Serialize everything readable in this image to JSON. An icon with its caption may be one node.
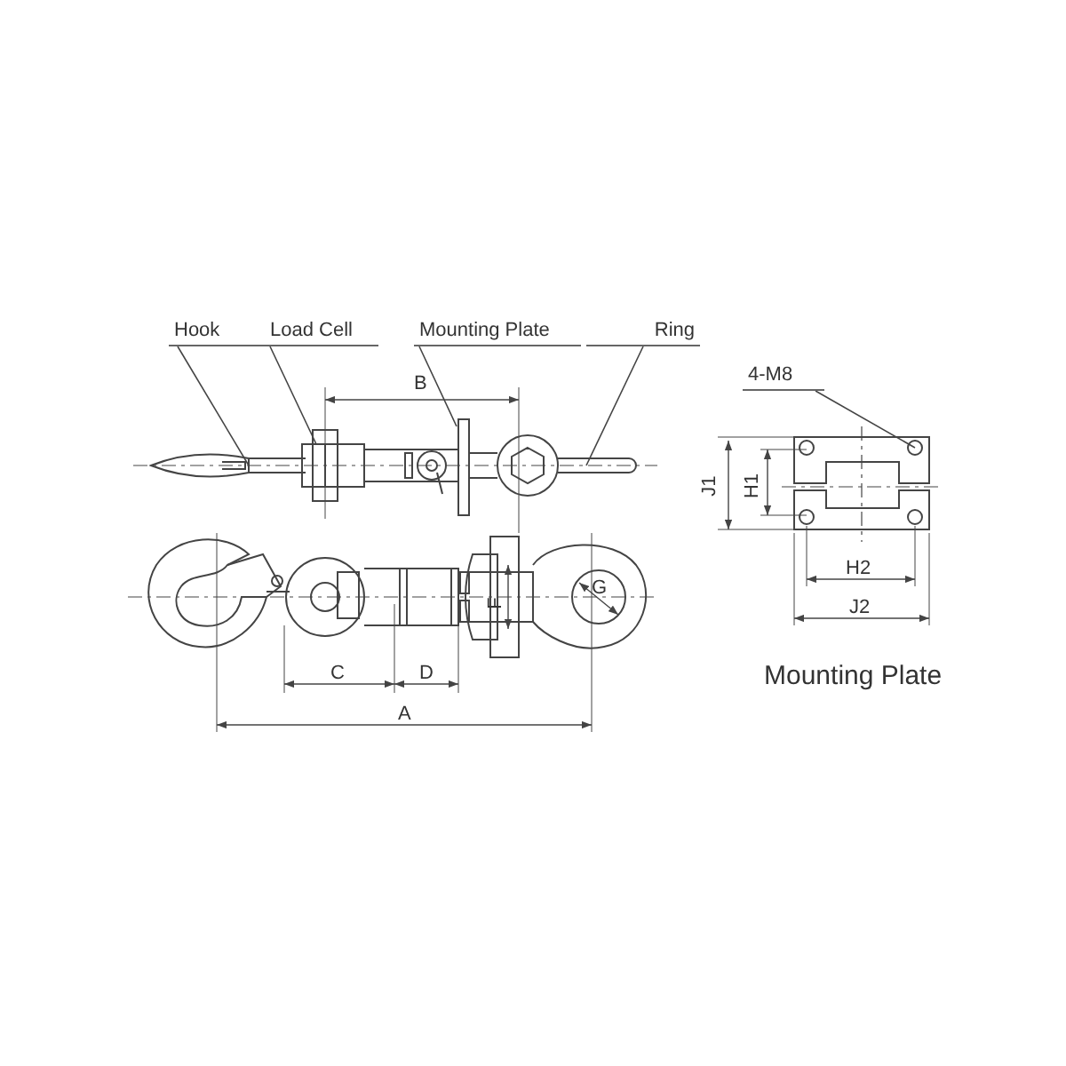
{
  "diagram": {
    "nodes": [
      {
        "text": [
          "Hook"
        ]
      },
      {
        "text": [
          "Load Cell"
        ]
      },
      {
        "text": [
          "Mounting Plate"
        ]
      },
      {
        "text": [
          "Ring"
        ]
      },
      {
        "text": [
          "4-M8"
        ]
      }
    ],
    "edges": [
      {
        "from": 0,
        "to": null,
        "arrow": "none"
      },
      {
        "from": 1,
        "to": null,
        "arrow": "none"
      },
      {
        "from": 2,
        "to": null,
        "arrow": "none"
      },
      {
        "from": 3,
        "to": null,
        "arrow": "none"
      },
      {
        "from": 4,
        "to": null,
        "arrow": "none"
      }
    ],
    "labels": [
      "B",
      "J1",
      "H1",
      "F",
      "G",
      "C",
      "D",
      "H2",
      "J2",
      "A",
      "Mounting Plate"
    ]
  }
}
